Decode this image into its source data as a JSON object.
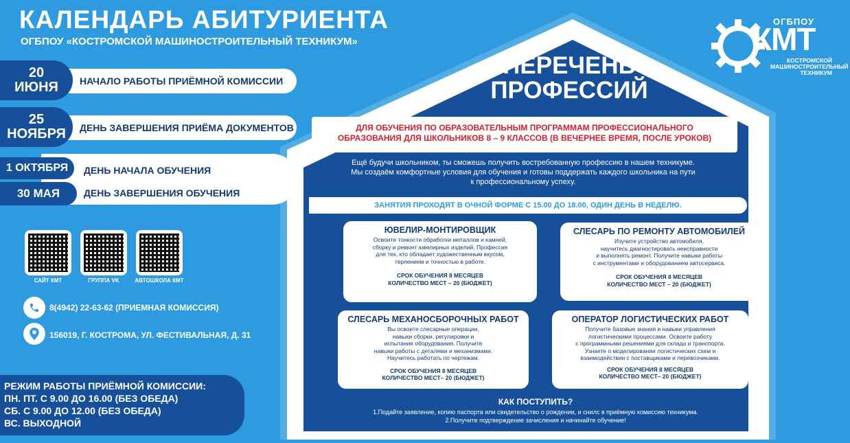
{
  "header": {
    "title": "КАЛЕНДАРЬ АБИТУРИЕНТА",
    "subtitle": "ОГБПОУ «КОСТРОМСКОЙ МАШИНОСТРОИТЕЛЬНЫЙ ТЕХНИКУМ»"
  },
  "dates": [
    {
      "date_line1": "20",
      "date_line2": "ИЮНЯ",
      "label": "НАЧАЛО РАБОТЫ ПРИЁМНОЙ КОМИССИИ"
    },
    {
      "date_line1": "25",
      "date_line2": "НОЯБРЯ",
      "label": "ДЕНЬ ЗАВЕРШЕНИЯ ПРИЁМА ДОКУМЕНТОВ"
    },
    {
      "date_line1": "1 ОКТЯБРЯ",
      "label": "ДЕНЬ НАЧАЛА ОБУЧЕНИЯ"
    },
    {
      "date_line1": "30 МАЯ",
      "label": "ДЕНЬ ЗАВЕРШЕНИЯ ОБУЧЕНИЯ"
    }
  ],
  "qr_codes": [
    {
      "caption": "САЙТ КМТ"
    },
    {
      "caption": "ГРУППА VK"
    },
    {
      "caption": "АВТОШКОЛА КМТ"
    }
  ],
  "contacts": {
    "phone": "8(4942) 22-63-62 (ПРИЕМНАЯ КОМИССИЯ)",
    "address": "156019, Г. КОСТРОМА, УЛ. ФЕСТИВАЛЬНАЯ, Д. 31",
    "phone_icon": "phone-icon",
    "address_icon": "location-pin-icon"
  },
  "hours": {
    "title": "РЕЖИМ РАБОТЫ ПРИЁМНОЙ КОМИССИИ:",
    "line1": "ПН. ПТ. С 9.00 ДО 16.00 (БЕЗ ОБЕДА)",
    "line2": "СБ. С 9.00 ДО 12.00 (БЕЗ ОБЕДА)",
    "line3": "ВС. ВЫХОДНОЙ"
  },
  "logo": {
    "top": "ОГБПОУ",
    "abbr": "КМТ",
    "line1": "КОСТРОМСКОЙ",
    "line2": "МАШИНОСТРОИТЕЛЬНЫЙ",
    "line3": "ТЕХНИКУМ"
  },
  "main": {
    "title_line1": "ПЕРЕЧЕНЬ",
    "title_line2": "ПРОФЕССИЙ",
    "requirement_line1": "ДЛЯ ОБУЧЕНИЯ ПО ОБРАЗОВАТЕЛЬНЫМ ПРОГРАММАМ ПРОФЕССИОНАЛЬНОГО",
    "requirement_line2": "ОБРАЗОВАНИЯ ДЛЯ ШКОЛЬНИКОВ 8 – 9 КЛАССОВ (В ВЕЧЕРНЕЕ ВРЕМЯ, ПОСЛЕ УРОКОВ)",
    "intro_line1": "Ещё будучи школьником, ты сможешь получить востребованную профессию в нашем техникуме.",
    "intro_line2": "Мы создаём комфортные условия для обучения и готовы поддержать каждого школьника на пути",
    "intro_line3": "к профессиональному успеху.",
    "classes_info": "ЗАНЯТИЯ ПРОХОДЯТ В ОЧНОЙ ФОРМЕ С 15.00 ДО 18.00, ОДИН ДЕНЬ В НЕДЕЛЮ."
  },
  "professions": [
    {
      "title": "ЮВЕЛИР-МОНТИРОВЩИК",
      "desc": [
        "Освоите тонкости обработки металлов и камней,",
        "сборку и ремонт ювелирных изделий. Профессия",
        "для тех, кто обладает художественным вкусом,",
        "терпением и точностью в работе."
      ],
      "term": "СРОК ОБУЧЕНИЯ 8 МЕСЯЦЕВ",
      "places": "КОЛИЧЕСТВО МЕСТ – 20 (БЮДЖЕТ)"
    },
    {
      "title": "СЛЕСАРЬ ПО РЕМОНТУ АВТОМОБИЛЕЙ",
      "desc": [
        "Изучите устройство автомобиля,",
        "научитесь диагностировать неисправности",
        "и выполнять ремонт. Получите навыки работы",
        "с инструментами и оборудованием автосервиса."
      ],
      "term": "СРОК ОБУЧЕНИЯ 8 МЕСЯЦЕВ",
      "places": "КОЛИЧЕСТВО МЕСТ – 20 (БЮДЖЕТ)"
    },
    {
      "title": "СЛЕСАРЬ МЕХАНОСБОРОЧНЫХ РАБОТ",
      "desc": [
        "Вы освоите слесарные операции,",
        "навыки сборки, регулировки и",
        "испытания оборудования. Получите",
        "навыки работы с деталями и механизмами.",
        "Научитесь работать по чертежам."
      ],
      "term": "СРОК ОБУЧЕНИЯ 8 МЕСЯЦЕВ",
      "places": "КОЛИЧЕСТВО МЕСТ– 20 (БЮДЖЕТ)"
    },
    {
      "title": "ОПЕРАТОР ЛОГИСТИЧЕСКИХ РАБОТ",
      "desc": [
        "Получите базовые знания и навыки управления",
        "логистическими процессами. Освоите работу",
        "с программными решениями для склада и транспорта.",
        "Узнаете о моделировании логистических схем и",
        "взаимодействии с поставщиками и перевозчиками."
      ],
      "term": "СРОК ОБУЧЕНИЯ 8 МЕСЯЦЕВ",
      "places": "КОЛИЧЕСТВО МЕСТ– 20 (БЮДЖЕТ)"
    }
  ],
  "howto": {
    "title": "КАК ПОСТУПИТЬ?",
    "step1": "1.Подайте заявление, копию паспорта или свидетельство о рождении, и снилс в приёмную комиссию техникума.",
    "step2": "2.Получите подтверждение зачисления и начинайте обучение!"
  },
  "colors": {
    "background": "#2e9be0",
    "dark_blue": "#17509a",
    "text_dark": "#123a73",
    "accent_red": "#d6202b"
  }
}
